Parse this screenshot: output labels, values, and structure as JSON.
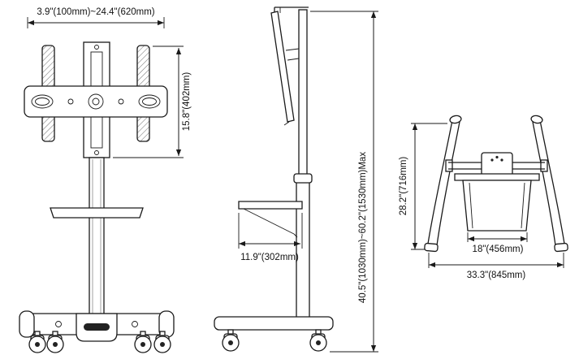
{
  "colors": {
    "line": "#1a1a1a",
    "background": "#ffffff"
  },
  "views": {
    "front": {
      "name": "front-view",
      "dimensions": {
        "width_range": "3.9\"(100mm)~24.4\"(620mm)",
        "bracket_height": "15.8\"(402mm)"
      }
    },
    "side": {
      "name": "side-view",
      "dimensions": {
        "shelf_depth": "11.9\"(302mm)",
        "height_range": "40.5\"(1030mm)~60.2\"(1530mm)Max"
      }
    },
    "rear": {
      "name": "rear-view",
      "dimensions": {
        "frame_height": "28.2\"(716mm)",
        "shelf_width": "18\"(456mm)",
        "base_width": "33.3\"(845mm)"
      }
    }
  }
}
